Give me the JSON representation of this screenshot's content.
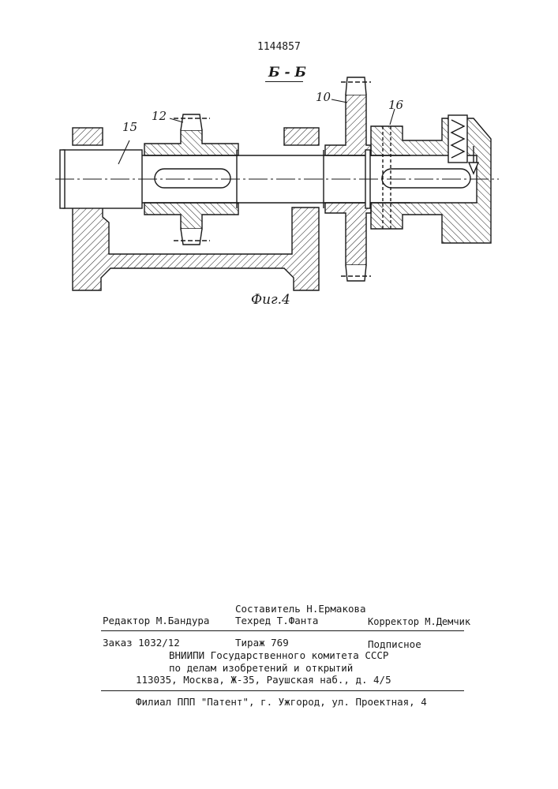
{
  "patent_number": "1144857",
  "section_label": "Б - Б",
  "figure_caption": "Фиг.4",
  "part_labels": {
    "p10": "10",
    "p12": "12",
    "p15": "15",
    "p16": "16"
  },
  "imprint": {
    "composer": "Составитель Н.Ермакова",
    "editor": "Редактор М.Бандура",
    "techred": "Техред Т.Фанта",
    "corrector": "Корректор М.Демчик",
    "order": "Заказ 1032/12",
    "circulation": "Тираж 769",
    "subscription": "Подписное",
    "org_line1": "ВНИИПИ Государственного комитета СССР",
    "org_line2": "по делам изобретений и открытий",
    "address": "113035, Москва, Ж-35, Раушская наб., д. 4/5",
    "branch": "Филиал ППП \"Патент\", г. Ужгород, ул. Проектная, 4"
  }
}
